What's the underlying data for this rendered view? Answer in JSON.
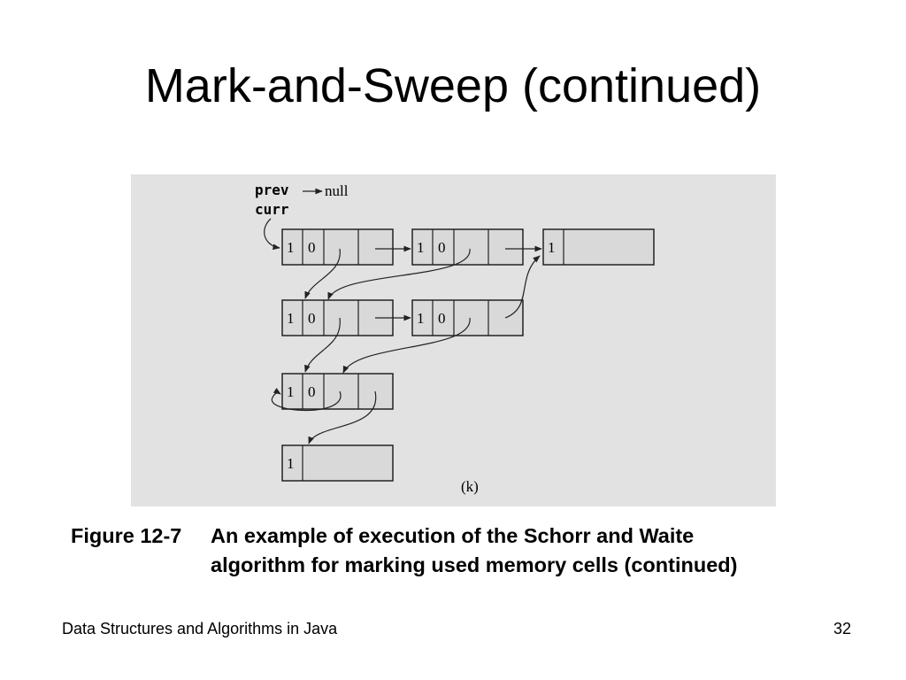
{
  "slide": {
    "title": "Mark-and-Sweep (continued)"
  },
  "figure": {
    "labels": {
      "prev": "prev",
      "null": "null",
      "curr": "curr",
      "part": "(k)"
    },
    "cells": [
      {
        "mark": "1",
        "flag": "0"
      },
      {
        "mark": "1",
        "flag": "0"
      },
      {
        "mark": "1"
      },
      {
        "mark": "1",
        "flag": "0"
      },
      {
        "mark": "1",
        "flag": "0"
      },
      {
        "mark": "1",
        "flag": "0"
      },
      {
        "mark": "1"
      }
    ],
    "colors": {
      "background": "#e2e2e2",
      "cell_fill": "#d9d9d9",
      "stroke": "#222222"
    }
  },
  "caption": {
    "label": "Figure 12-7",
    "line1": "An example of execution of the Schorr and Waite",
    "line2": "algorithm for marking used memory cells (continued)"
  },
  "footer": {
    "left": "Data Structures and Algorithms in Java",
    "page_number": "32"
  }
}
